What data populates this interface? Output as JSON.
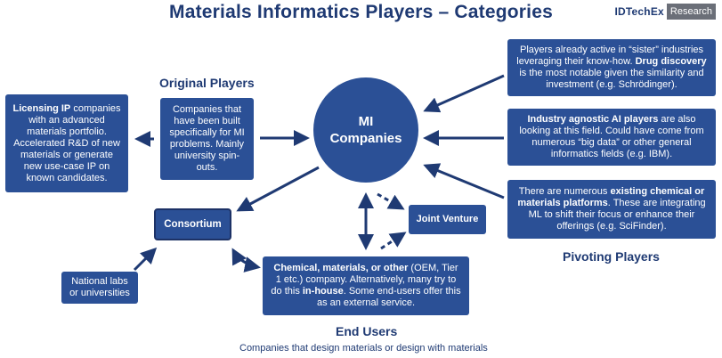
{
  "header": {
    "title": "Materials Informatics Players – Categories",
    "logo_brand": "IDTechEx",
    "logo_tag": "Research"
  },
  "center": {
    "line1": "MI",
    "line2": "Companies"
  },
  "labels": {
    "original_players": "Original Players",
    "pivoting_players": "Pivoting Players",
    "end_users": "End Users",
    "end_users_sub": "Companies that design materials or design with materials"
  },
  "boxes": {
    "licensing": {
      "bold": "Licensing IP",
      "text": " companies with an advanced materials portfolio. Accelerated R&D of new materials or generate new use-case IP on known candidates."
    },
    "original": {
      "text": "Companies that have been built specifically for MI problems. Mainly university spin-outs."
    },
    "consortium": {
      "text": "Consortium"
    },
    "national_labs": {
      "text": "National labs or universities"
    },
    "joint_venture": {
      "text": "Joint Venture"
    },
    "end_user": {
      "bold1": "Chemical, materials, or other",
      "text1": " (OEM, Tier 1 etc.) company. Alternatively, many try to do this ",
      "bold2": "in-house",
      "text2": ". Some end-users offer this as an external service."
    },
    "sister": {
      "text1": "Players already active in “sister” industries leveraging their know-how. ",
      "bold": "Drug discovery",
      "text2": " is the most notable given the similarity and investment (e.g. Schrödinger)."
    },
    "agnostic": {
      "bold": "Industry agnostic AI players",
      "text": " are also looking at this field. Could have come from numerous “big data” or other general informatics fields (e.g. IBM)."
    },
    "platforms": {
      "text1": "There are numerous ",
      "bold": "existing chemical or materials platforms",
      "text2": ". These are integrating ML to shift their focus or enhance their offerings (e.g. SciFinder)."
    }
  },
  "colors": {
    "box_fill": "#2b5096",
    "text_dark": "#1f3a73",
    "arrow": "#1f3a73"
  }
}
